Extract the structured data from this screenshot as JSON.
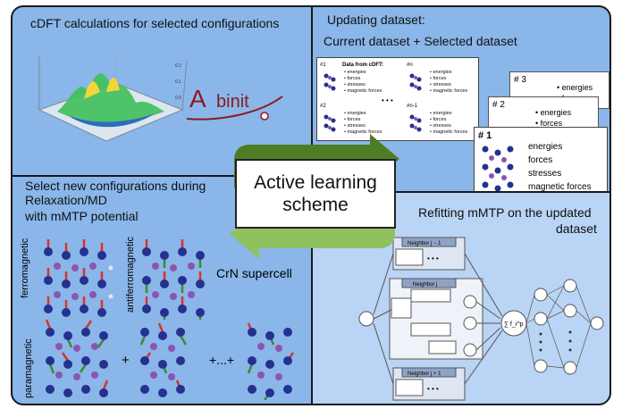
{
  "colors": {
    "panel_blue": "#8ab6ea",
    "panel_blue_light": "#b9d4f4",
    "arrow_dark": "#4f7d25",
    "arrow_light": "#8fc15f",
    "atom_blue": "#23318f",
    "atom_purple": "#8a56b0",
    "spin_red": "#d8332a",
    "spin_green": "#3d8a2f"
  },
  "panels": {
    "top_left": {
      "title": "cDFT calculations for selected configurations",
      "logo_text": "Abinit"
    },
    "top_right": {
      "title_line1": "Updating dataset:",
      "title_line2": "Current dataset + Selected dataset",
      "small_card": {
        "n1": "#1",
        "header": "Data from cDFT:",
        "items": [
          "energies",
          "forces",
          "stresses",
          "magnetic forces"
        ],
        "n2": "#2",
        "nn": "#n",
        "nn1": "#n-1",
        "ellipsis": "• • •"
      },
      "stack": {
        "n3": "# 3",
        "n2": "# 2",
        "n1": "# 1",
        "items": [
          "energies",
          "forces",
          "stresses",
          "magnetic forces"
        ]
      }
    },
    "bottom_left": {
      "title_line1": "Select new configurations during",
      "title_line2": "Relaxation/MD",
      "title_line3": "with mMTP potential",
      "labels": {
        "ferro": "ferromagnetic",
        "antiferro": "antiferromagnetic",
        "para": "paramagnetic",
        "supercell": "CrN supercell",
        "plus1": "+",
        "plus2": "+...+"
      }
    },
    "bottom_right": {
      "title_line1": "Refitting mMTP on the updated",
      "title_line2": "dataset",
      "nodes": {
        "nb_prev": "Neighbor j − 1",
        "nb_cur": "Neighbor j",
        "nb_next": "Neighbor j + 1",
        "sum": "∑ f_i^p",
        "ellipsis": "• • •"
      }
    }
  },
  "center": {
    "line1": "Active learning",
    "line2": "scheme"
  }
}
